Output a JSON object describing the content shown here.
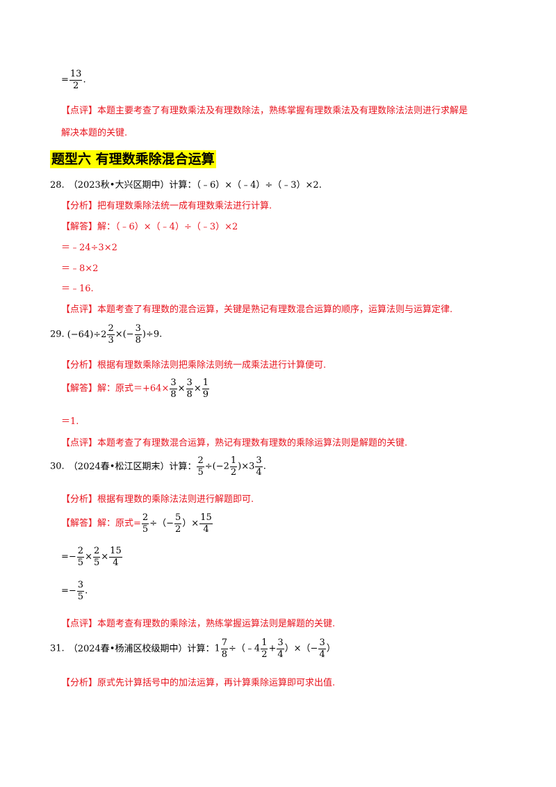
{
  "top": {
    "result_prefix": "=",
    "result_num": "13",
    "result_den": "2",
    "result_suffix": ".",
    "comment_tag": "【点评】",
    "comment_line1": "本题主要考查了有理数乘法及有理数除法，熟练掌握有理数乘法及有理数除法法则进行求解是",
    "comment_line2": "解决本题的关键."
  },
  "section_heading": "题型六  有理数乘除混合运算",
  "q28": {
    "number": "28.",
    "source": "（2023秋•大兴区期中）计算：（﹣6）×（﹣4）÷（﹣3）×2.",
    "analysis_tag": "【分析】",
    "analysis": "把有理数乘除法统一成有理数乘法进行计算.",
    "answer_tag": "【解答】",
    "answer": "解：（﹣6）×（﹣4）÷（﹣3）×2",
    "step1": "＝﹣24÷3×2",
    "step2": "＝﹣8×2",
    "step3": "＝﹣16.",
    "comment_tag": "【点评】",
    "comment": "本题考查了有理数的混合运算，关键是熟记有理数混合运算的顺序，运算法则与运算定律."
  },
  "q29": {
    "number": "29.",
    "expr_a": "(−64)÷2",
    "mixed_num": "2",
    "mixed_den": "3",
    "expr_b": "×(−",
    "frac_num": "3",
    "frac_den": "8",
    "expr_c": ")÷9.",
    "analysis_tag": "【分析】",
    "analysis": "根据有理数乘除法则把乘除法则统一成乘法进行计算便可.",
    "answer_tag": "【解答】",
    "answer": "解：原式＝+64×",
    "a_num1": "3",
    "a_den1": "8",
    "times1": "×",
    "a_num2": "3",
    "a_den2": "8",
    "times2": "×",
    "a_num3": "1",
    "a_den3": "9",
    "result": "＝1.",
    "comment_tag": "【点评】",
    "comment": "本题考查了有理数混合运算，熟记有理数有理数的乘除运算法则是解题的关键."
  },
  "q30": {
    "number": "30.",
    "source": "（2024春•松江区期末）计算：",
    "e_num1": "2",
    "e_den1": "5",
    "e_mid": "÷(−2",
    "e_num2": "1",
    "e_den2": "2",
    "e_mid2": ")×3",
    "e_num3": "3",
    "e_den3": "4",
    "e_end": ".",
    "analysis_tag": "【分析】",
    "analysis": "根据有理数的乘除法法则进行解题即可.",
    "answer_tag": "【解答】",
    "answer": "解：原式=",
    "a_num1": "2",
    "a_den1": "5",
    "a_mid1": "÷（−",
    "a_num2": "5",
    "a_den2": "2",
    "a_mid2": "）×",
    "a_num3": "15",
    "a_den3": "4",
    "s1_prefix": "=−",
    "s1_num1": "2",
    "s1_den1": "5",
    "s1_t1": "×",
    "s1_num2": "2",
    "s1_den2": "5",
    "s1_t2": "×",
    "s1_num3": "15",
    "s1_den3": "4",
    "s2_prefix": "=−",
    "s2_num": "3",
    "s2_den": "5",
    "s2_end": ".",
    "comment_tag": "【点评】",
    "comment": "本题考查有理数的乘除法，熟练掌握运算法则是解题的关键."
  },
  "q31": {
    "number": "31.",
    "source": "（2024春•杨浦区校级期中）计算：",
    "whole1": "1",
    "num1": "7",
    "den1": "8",
    "mid1": "÷（﹣4",
    "num2": "1",
    "den2": "2",
    "plus": "+",
    "num3": "3",
    "den3": "4",
    "mid2": "）×（−",
    "num4": "3",
    "den4": "4",
    "end": "）",
    "analysis_tag": "【分析】",
    "analysis": "原式先计算括号中的加法运算，再计算乘除运算即可求出值."
  }
}
